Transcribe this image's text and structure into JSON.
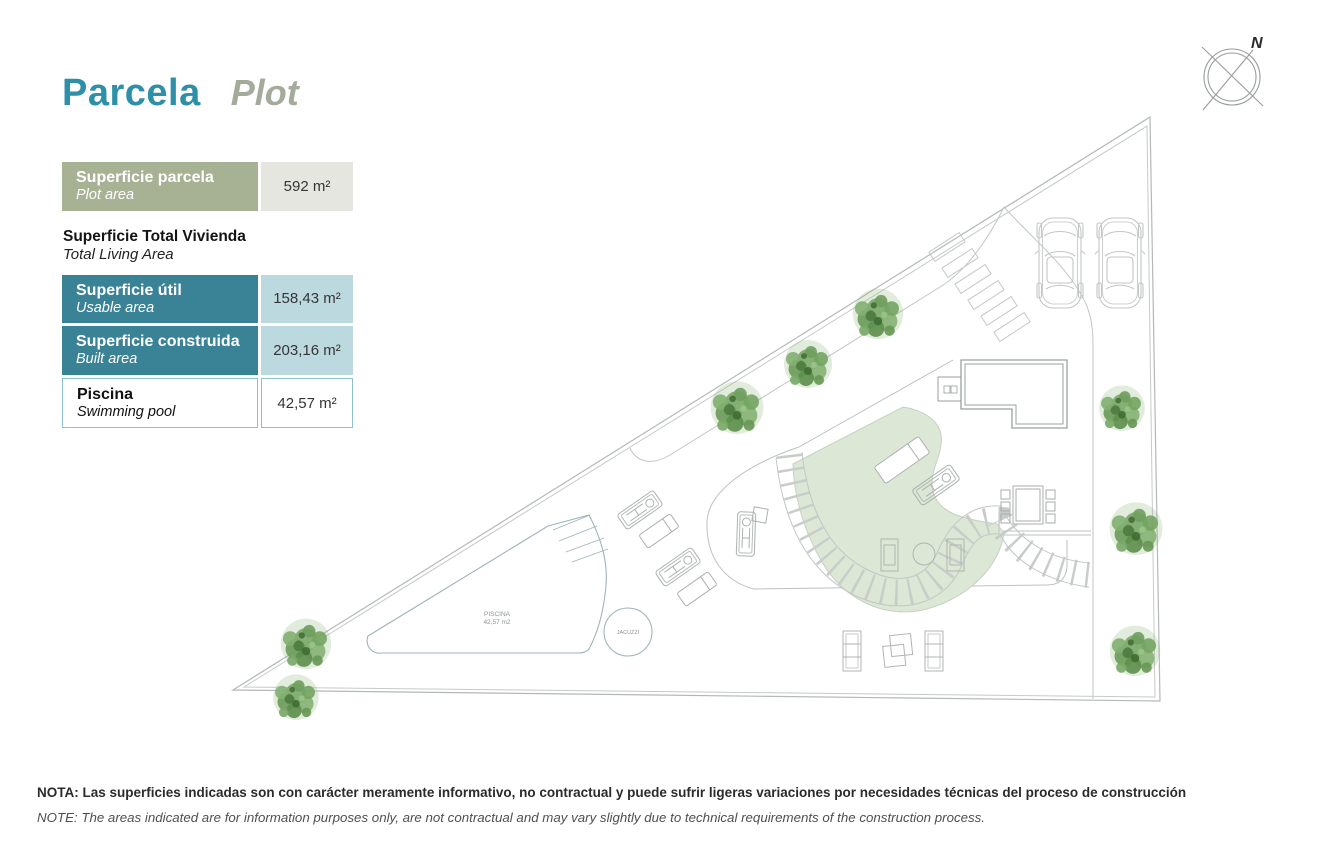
{
  "header": {
    "title_es": "Parcela",
    "title_en": "Plot"
  },
  "compass": {
    "north_label": "N"
  },
  "areas_panel": {
    "plot_row": {
      "label_es": "Superficie parcela",
      "label_en": "Plot area",
      "value": "592 m²"
    },
    "living_section": {
      "title_es": "Superficie Total Vivienda",
      "title_en": "Total Living Area"
    },
    "usable_row": {
      "label_es": "Superficie útil",
      "label_en": "Usable area",
      "value": "158,43 m²"
    },
    "built_row": {
      "label_es": "Superficie construida",
      "label_en": "Built area",
      "value": "203,16 m²"
    },
    "pool_row": {
      "label_es": "Piscina",
      "label_en": "Swimming pool",
      "value": "42,57 m²"
    }
  },
  "plan": {
    "pool_name": "PISCINA",
    "pool_area": "42,57 m2",
    "jacuzzi_label": "JACUZZI"
  },
  "notes": {
    "es": "NOTA: Las superficies indicadas son con carácter meramente informativo, no contractual y puede sufrir ligeras variaciones por necesidades técnicas del proceso de construcción",
    "en": "NOTE: The areas indicated are for information purposes only, are not contractual and may vary slightly due to technical requirements of the construction process."
  },
  "colors": {
    "accent_teal": "#2E8FA9",
    "header_teal": "#3A8296",
    "sage_green": "#A7B295",
    "sage_light": "#E4E6DF",
    "blue_light": "#BCD9E0",
    "garden_green": "#DCE7D5",
    "line_gray": "#B4B8B8"
  }
}
